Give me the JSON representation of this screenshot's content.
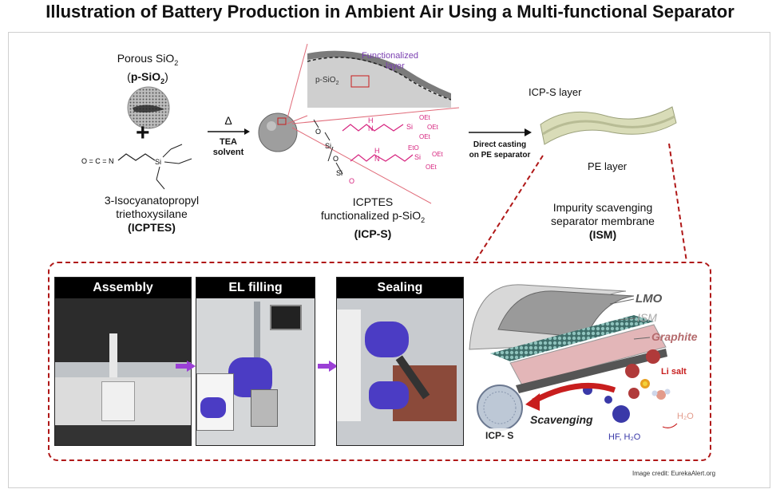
{
  "title": "Illustration of Battery Production in Ambient Air Using a Multi-functional Separator",
  "top": {
    "psio2": {
      "line1": "Porous SiO",
      "sub1": "2",
      "bold": "p-SiO",
      "sub2": "2"
    },
    "plus": "+",
    "reaction": {
      "delta": "Δ",
      "line1": "TEA",
      "line2": "solvent"
    },
    "icptes": {
      "line1": "3-Isocyanatopropyl",
      "line2": "triethoxysilane",
      "abbr": "(ICPTES)"
    },
    "zoom": {
      "label1": "Functionalized",
      "label2": "layer",
      "psio2": "p-SiO",
      "psio2_sub": "2"
    },
    "icps": {
      "line1": "ICPTES",
      "line2": "functionalized p-SiO",
      "sub": "2",
      "abbr": "(ICP-S)"
    },
    "casting": {
      "line1": "Direct casting",
      "line2": "on PE separator"
    },
    "layers": {
      "top": "ICP-S layer",
      "bottom": "PE layer"
    },
    "ism": {
      "line1": "Impurity scavenging",
      "line2": "separator membrane",
      "abbr": "(ISM)"
    },
    "chem": {
      "oet1": "OEt",
      "oet2": "OEt",
      "oet3": "OEt",
      "eto": "EtO",
      "oet4": "OEt",
      "oet5": "OEt",
      "si": "Si",
      "n": "N",
      "h": "H",
      "o": "O",
      "ocn": "O = C = N"
    }
  },
  "bottom": {
    "steps": [
      "Assembly",
      "EL filling",
      "Sealing"
    ],
    "scheme": {
      "lmo": "LMO",
      "ism": "ISM",
      "graphite": "Graphite",
      "li_salt": "Li salt",
      "h2o": "H₂O",
      "scavenging": "Scavenging",
      "hf": "HF, H₂O",
      "icps": "ICP- S"
    }
  },
  "credit": "Image credit:  EurekaAlert.org",
  "colors": {
    "functional": "#d6247f",
    "arrow_red": "#c81e1e",
    "dashed": "#b01818",
    "step_arrow": "#9b3fd6"
  }
}
